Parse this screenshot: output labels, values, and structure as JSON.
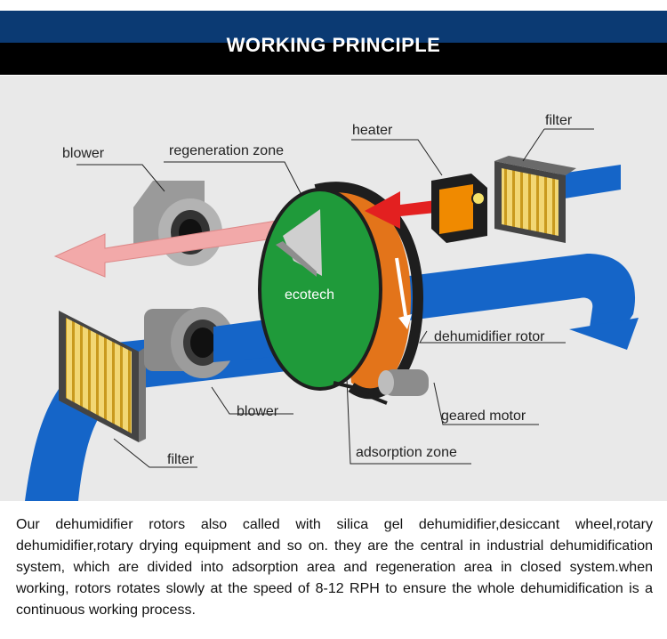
{
  "header": {
    "title": "WORKING PRINCIPLE"
  },
  "diagram": {
    "labels": {
      "blower_top": "blower",
      "regeneration_zone": "regeneration zone",
      "heater": "heater",
      "filter_top": "filter",
      "brand": "ecotech",
      "dehumidifier_rotor": "dehumidifier rotor",
      "blower_bottom": "blower",
      "geared_motor": "geared motor",
      "filter_bottom": "filter",
      "adsorption_zone": "adsorption zone"
    },
    "colors": {
      "process_air": "#1565c8",
      "regen_air": "#f2a9a9",
      "heated_air": "#e32020",
      "rotor_face": "#1f9a3a",
      "rotor_rim": "#1e1e1e",
      "heater_body": "#f08a00",
      "filter_media": "#e9c24a"
    }
  },
  "description": "Our dehumidifier rotors also called with silica gel dehumidifier,desiccant wheel,rotary dehumidifier,rotary drying equipment and so on. they are the central in industrial dehumidification system, which are divided into adsorption area and regeneration area in closed system.when working, rotors rotates slowly at the speed of 8-12 RPH to ensure the whole dehumidification is a continuous working process."
}
